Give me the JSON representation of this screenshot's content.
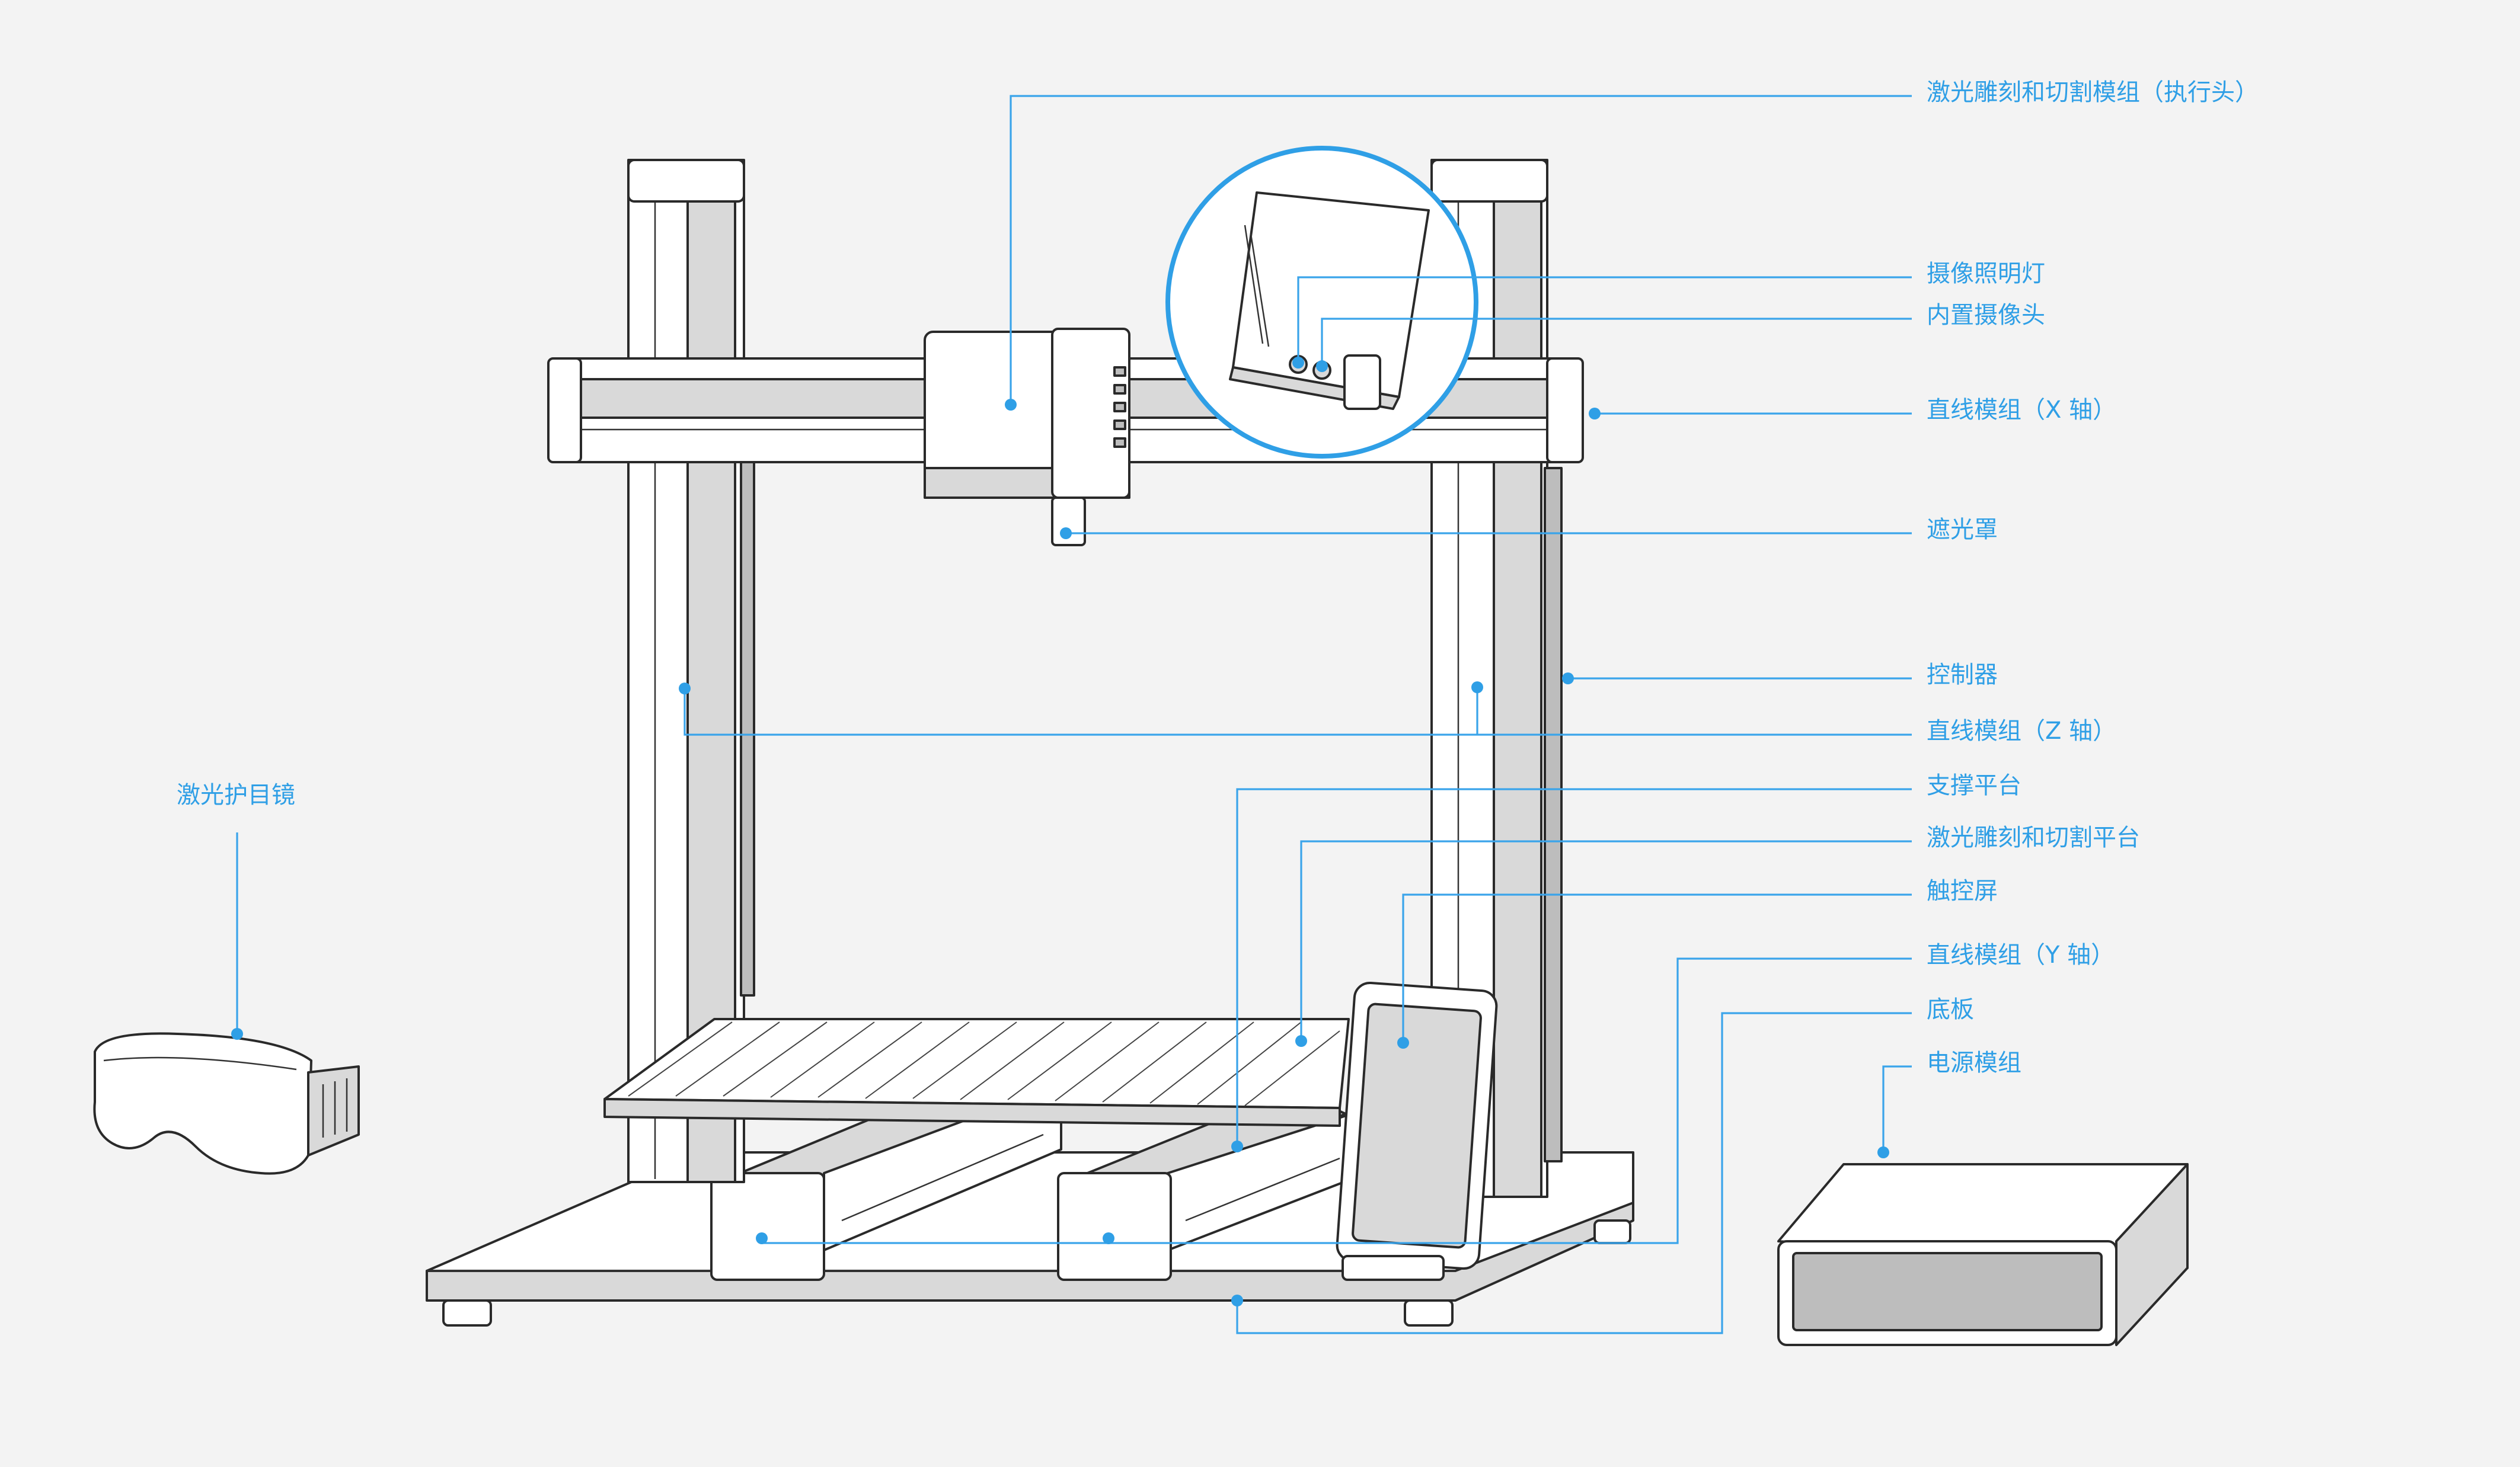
{
  "labels": {
    "laser_module": "激光雕刻和切割模组（执行头）",
    "camera_light": "摄像照明灯",
    "builtin_camera": "内置摄像头",
    "linear_x": "直线模组（X 轴）",
    "light_shield": "遮光罩",
    "controller": "控制器",
    "linear_z": "直线模组（Z 轴）",
    "support_platform": "支撑平台",
    "laser_platform": "激光雕刻和切割平台",
    "touchscreen": "触控屏",
    "linear_y": "直线模组（Y 轴）",
    "base_plate": "底板",
    "power_module": "电源模组",
    "goggles": "激光护目镜"
  },
  "colors": {
    "accent": "#2f9fe6",
    "background": "#f3f3f3",
    "outline": "#2a2a2a"
  }
}
